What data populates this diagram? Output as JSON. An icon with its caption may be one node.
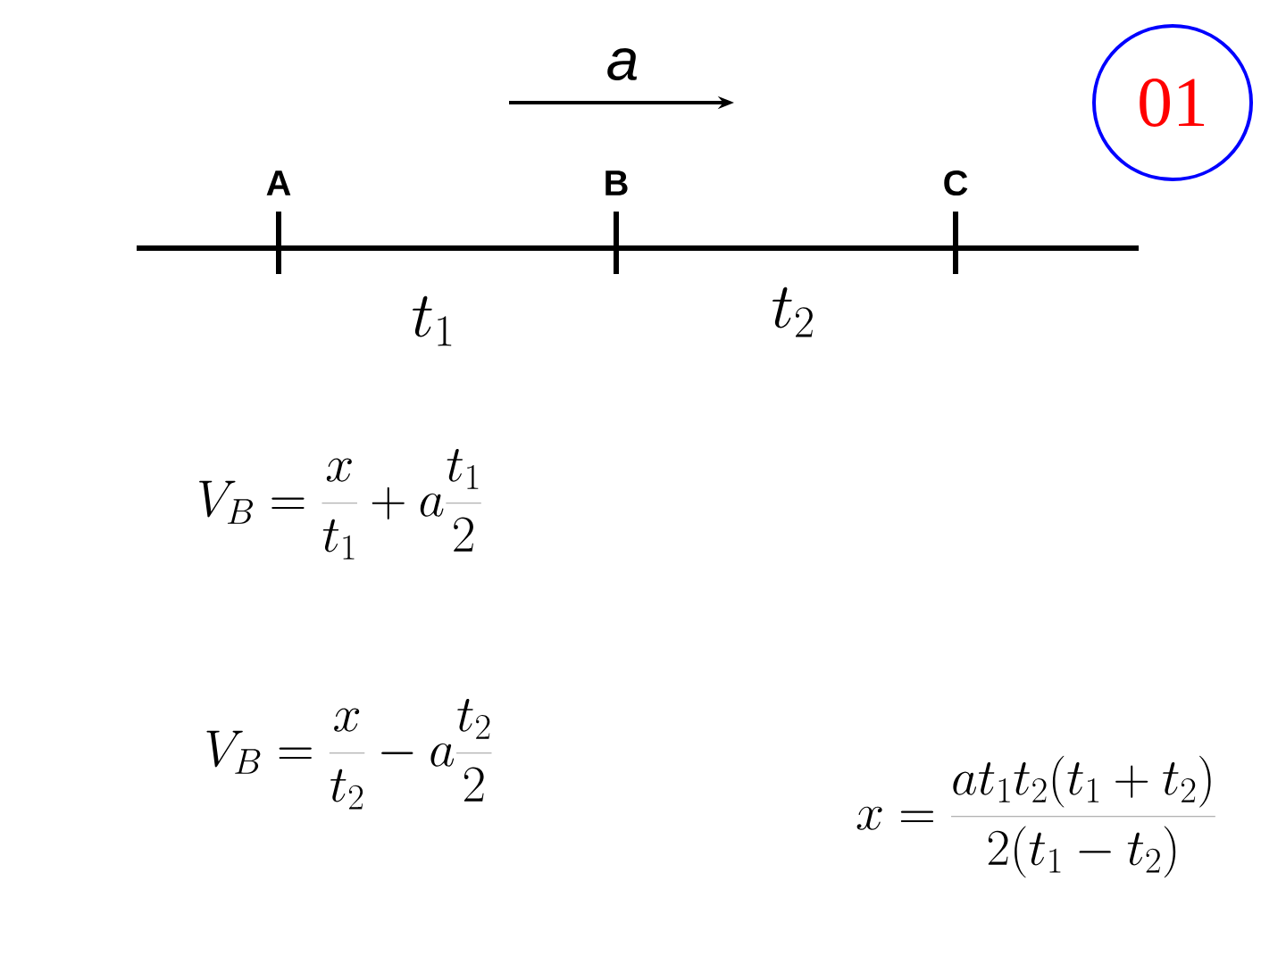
{
  "diagram": {
    "nodes": [
      {
        "text": [
          "01"
        ]
      }
    ],
    "labels": [
      "a",
      "A",
      "B",
      "C",
      "t_1",
      "t_2",
      "V_B = \\frac{x}{t_1} + a\\frac{t_1}{2}",
      "V_B = \\frac{x}{t_2} - a\\frac{t_2}{2}",
      "x = \\frac{a t_1 t_2 (t_1 + t_2)}{2(t_1 - t_2)}"
    ]
  }
}
